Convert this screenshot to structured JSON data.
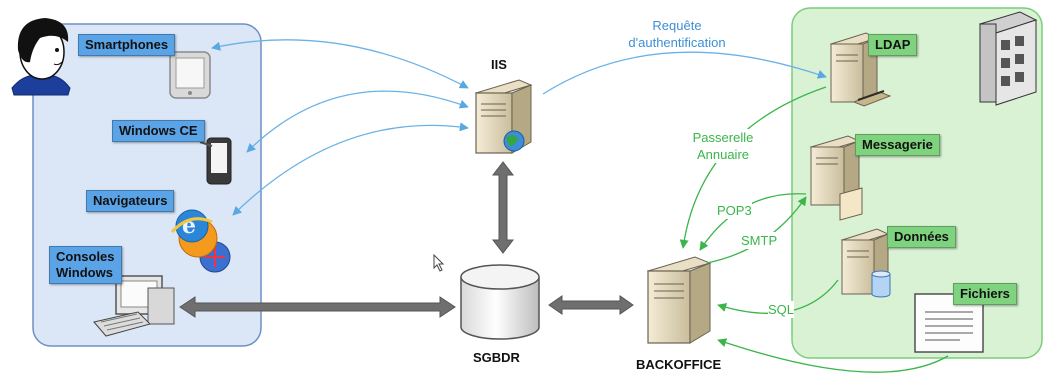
{
  "left_clients": {
    "smartphones": "Smartphones",
    "windows_ce": "Windows CE",
    "navigateurs": "Navigateurs",
    "consoles_windows": "Consoles\nWindows"
  },
  "servers": {
    "iis": "IIS",
    "sgbdr": "SGBDR",
    "backoffice": "BACKOFFICE"
  },
  "right_services": {
    "ldap": "LDAP",
    "messagerie": "Messagerie",
    "donnees": "Données",
    "fichiers": "Fichiers"
  },
  "connections": {
    "requete_auth": "Requête\nd'authentification",
    "passerelle": "Passerelle\nAnnuaire",
    "pop3": "POP3",
    "smtp": "SMTP",
    "sql": "SQL"
  },
  "colors": {
    "client_zone_fill": "#dbe6f7",
    "client_zone_stroke": "#6f8fc4",
    "service_zone_fill": "#d9f2d4",
    "service_zone_stroke": "#7ccd7c",
    "blue_tag": "#5aa3e6",
    "green_tag": "#7fd37f",
    "blue_link": "#6ab2e6",
    "green_link": "#3ab54a",
    "grey_link": "#6f6f6f"
  },
  "icons": [
    "user-icon",
    "smartphone-icon",
    "pda-icon",
    "browser-icons",
    "desktop-computer-icon",
    "server-icon",
    "database-icon",
    "building-icon",
    "document-icon",
    "mouse-cursor-icon"
  ]
}
